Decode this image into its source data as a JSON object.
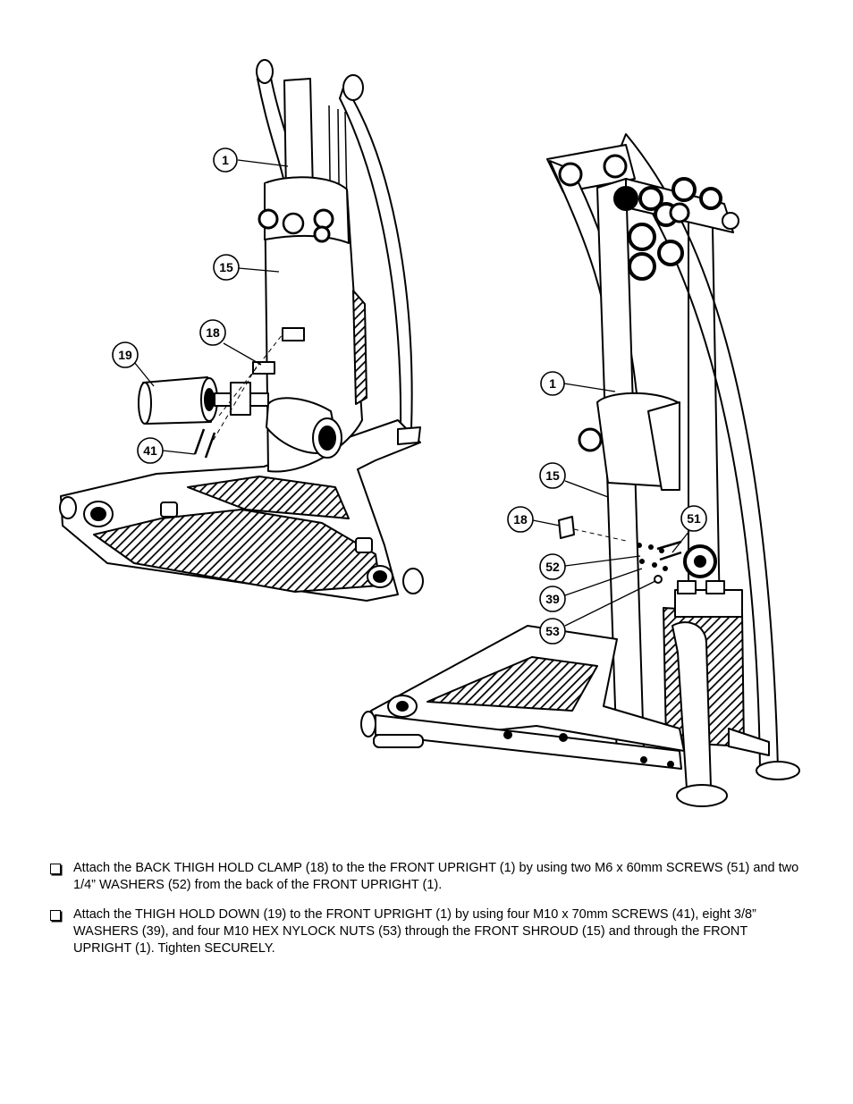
{
  "figure": {
    "left_callouts": {
      "c1": "1",
      "c15": "15",
      "c18": "18",
      "c19": "19",
      "c41": "41"
    },
    "right_callouts": {
      "c1": "1",
      "c15": "15",
      "c18": "18",
      "c51": "51",
      "c52": "52",
      "c39": "39",
      "c53": "53"
    }
  },
  "instructions": [
    {
      "text": "Attach the BACK THIGH HOLD CLAMP (18) to the the FRONT UPRIGHT (1) by using two M6 x 60mm SCREWS (51) and two 1/4” WASHERS (52) from the back of the FRONT UPRIGHT (1)."
    },
    {
      "text": "Attach the THIGH HOLD DOWN (19) to the FRONT UPRIGHT (1) by using four M10 x 70mm SCREWS (41), eight 3/8” WASHERS (39), and four M10 HEX NYLOCK NUTS (53) through the FRONT SHROUD (15) and through the FRONT UPRIGHT (1). Tighten SECURELY."
    }
  ]
}
